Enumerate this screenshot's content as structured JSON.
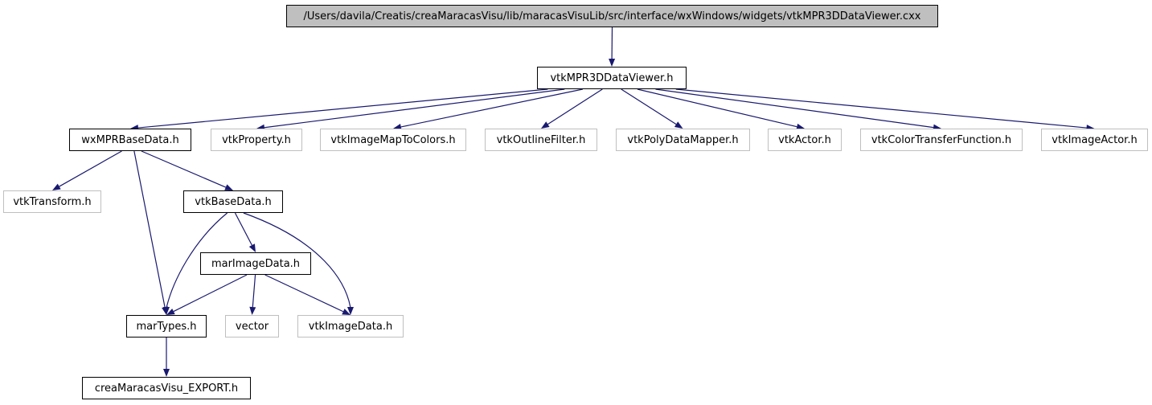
{
  "colors": {
    "edge": "#191970",
    "documented_border": "#000000",
    "external_border": "#bfbfbf",
    "root_fill": "#bfbfbf"
  },
  "nodes": {
    "root": "/Users/davila/Creatis/creaMaracasVisu/lib/maracasVisuLib/src/interface/wxWindows/widgets/vtkMPR3DDataViewer.cxx",
    "vtkMPR3DDataViewer_h": "vtkMPR3DDataViewer.h",
    "wxMPRBaseData_h": "wxMPRBaseData.h",
    "vtkProperty_h": "vtkProperty.h",
    "vtkImageMapToColors_h": "vtkImageMapToColors.h",
    "vtkOutlineFilter_h": "vtkOutlineFilter.h",
    "vtkPolyDataMapper_h": "vtkPolyDataMapper.h",
    "vtkActor_h": "vtkActor.h",
    "vtkColorTransferFunction_h": "vtkColorTransferFunction.h",
    "vtkImageActor_h": "vtkImageActor.h",
    "vtkTransform_h": "vtkTransform.h",
    "vtkBaseData_h": "vtkBaseData.h",
    "marImageData_h": "marImageData.h",
    "marTypes_h": "marTypes.h",
    "vector": "vector",
    "vtkImageData_h": "vtkImageData.h",
    "creaMaracasVisu_EXPORT_h": "creaMaracasVisu_EXPORT.h"
  },
  "edges": [
    [
      "root",
      "vtkMPR3DDataViewer_h"
    ],
    [
      "vtkMPR3DDataViewer_h",
      "wxMPRBaseData_h"
    ],
    [
      "vtkMPR3DDataViewer_h",
      "vtkProperty_h"
    ],
    [
      "vtkMPR3DDataViewer_h",
      "vtkImageMapToColors_h"
    ],
    [
      "vtkMPR3DDataViewer_h",
      "vtkOutlineFilter_h"
    ],
    [
      "vtkMPR3DDataViewer_h",
      "vtkPolyDataMapper_h"
    ],
    [
      "vtkMPR3DDataViewer_h",
      "vtkActor_h"
    ],
    [
      "vtkMPR3DDataViewer_h",
      "vtkColorTransferFunction_h"
    ],
    [
      "vtkMPR3DDataViewer_h",
      "vtkImageActor_h"
    ],
    [
      "wxMPRBaseData_h",
      "vtkTransform_h"
    ],
    [
      "wxMPRBaseData_h",
      "vtkBaseData_h"
    ],
    [
      "wxMPRBaseData_h",
      "marTypes_h"
    ],
    [
      "vtkBaseData_h",
      "marImageData_h"
    ],
    [
      "vtkBaseData_h",
      "marTypes_h"
    ],
    [
      "vtkBaseData_h",
      "vtkImageData_h"
    ],
    [
      "marImageData_h",
      "marTypes_h"
    ],
    [
      "marImageData_h",
      "vector"
    ],
    [
      "marImageData_h",
      "vtkImageData_h"
    ],
    [
      "marTypes_h",
      "creaMaracasVisu_EXPORT_h"
    ]
  ]
}
